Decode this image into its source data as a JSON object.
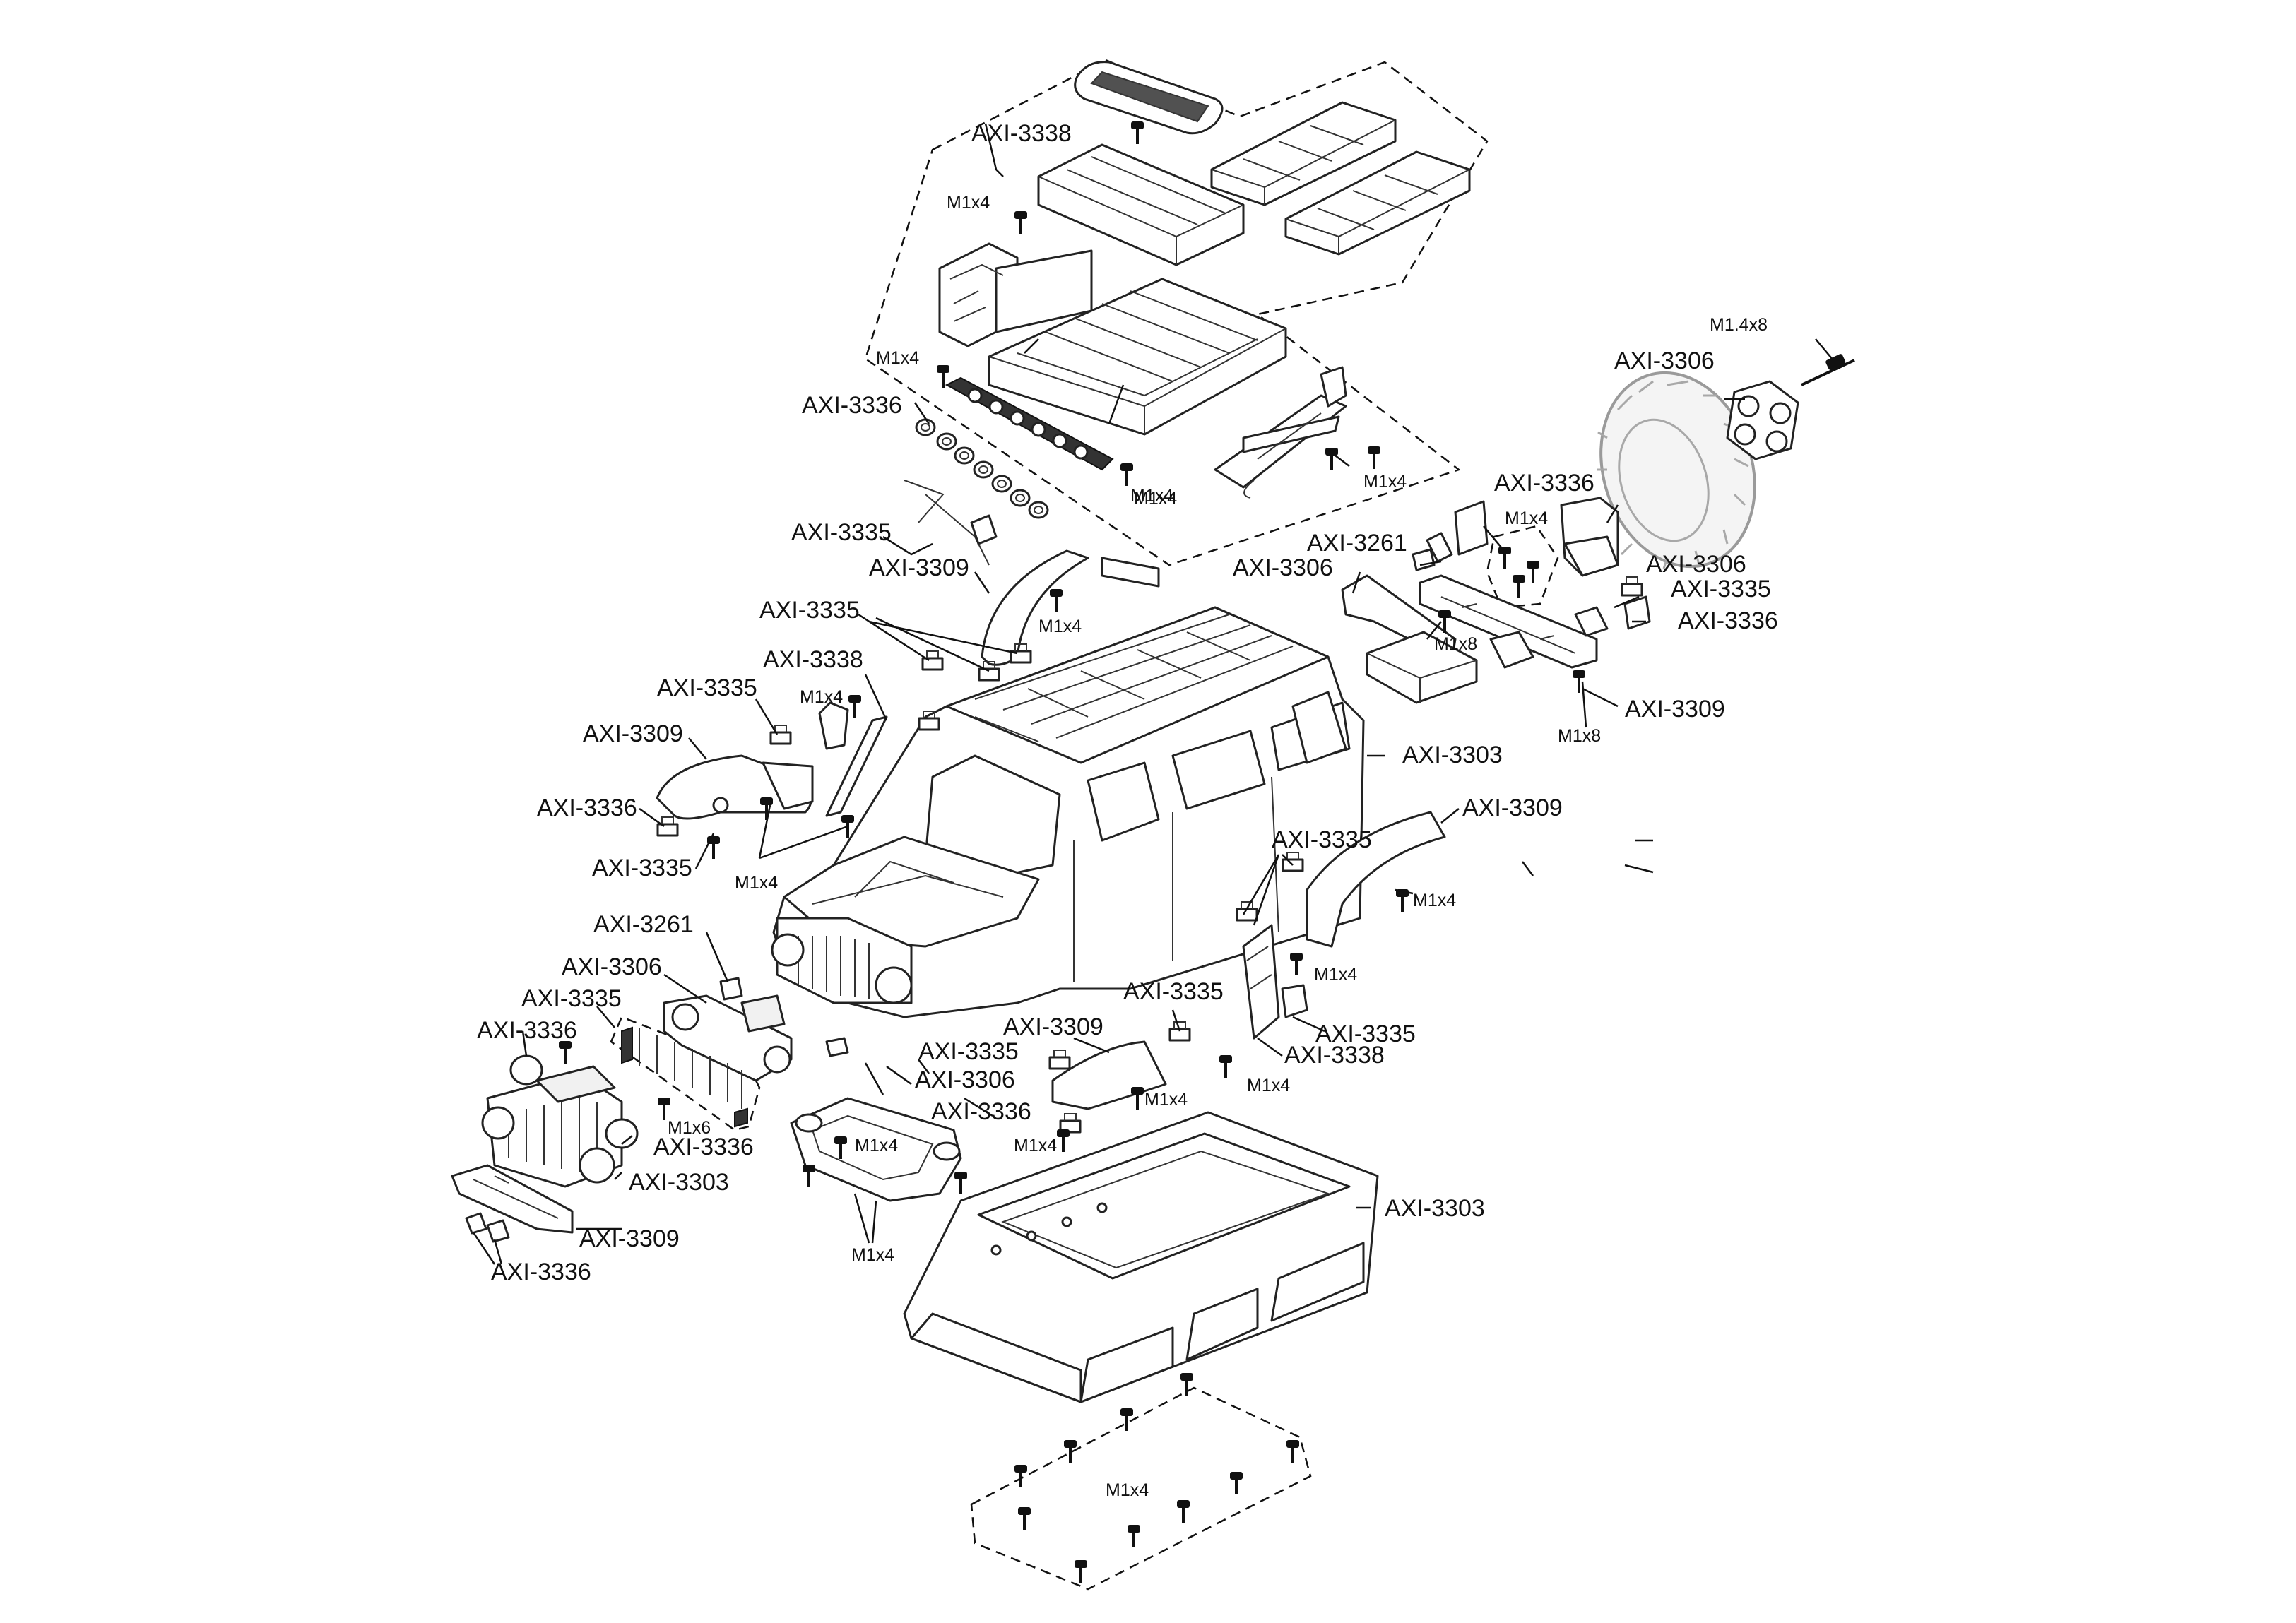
{
  "diagram": {
    "part_labels": [
      {
        "id": "l1",
        "text": "AXI-3338"
      },
      {
        "id": "l2",
        "text": "AXI-3336"
      },
      {
        "id": "l3",
        "text": "AXI-3335"
      },
      {
        "id": "l4",
        "text": "AXI-3309"
      },
      {
        "id": "l5",
        "text": "AXI-3335"
      },
      {
        "id": "l6",
        "text": "AXI-3338"
      },
      {
        "id": "l7",
        "text": "AXI-3335"
      },
      {
        "id": "l8",
        "text": "AXI-3309"
      },
      {
        "id": "l9",
        "text": "AXI-3336"
      },
      {
        "id": "l10",
        "text": "AXI-3335"
      },
      {
        "id": "l11",
        "text": "AXI-3261"
      },
      {
        "id": "l12",
        "text": "AXI-3306"
      },
      {
        "id": "l13",
        "text": "AXI-3335"
      },
      {
        "id": "l14",
        "text": "AXI-3336"
      },
      {
        "id": "l15",
        "text": "AXI-3336"
      },
      {
        "id": "l16",
        "text": "AXI-3303"
      },
      {
        "id": "l17",
        "text": "AXI-3309"
      },
      {
        "id": "l18",
        "text": "AXI-3336"
      },
      {
        "id": "l19",
        "text": "AXI-3335"
      },
      {
        "id": "l20",
        "text": "AXI-3306"
      },
      {
        "id": "l21",
        "text": "AXI-3336"
      },
      {
        "id": "l22",
        "text": "AXI-3309"
      },
      {
        "id": "l23",
        "text": "AXI-3335"
      },
      {
        "id": "l24",
        "text": "AXI-3335"
      },
      {
        "id": "l25",
        "text": "AXI-3338"
      },
      {
        "id": "l26",
        "text": "AXI-3303"
      },
      {
        "id": "l27",
        "text": "AXI-3309"
      },
      {
        "id": "l28",
        "text": "AXI-3335"
      },
      {
        "id": "l29",
        "text": "AXI-3303"
      },
      {
        "id": "l30",
        "text": "AXI-3306"
      },
      {
        "id": "l31",
        "text": "AXI-3336"
      },
      {
        "id": "l32",
        "text": "AXI-3306"
      },
      {
        "id": "l33",
        "text": "AXI-3261"
      },
      {
        "id": "l34",
        "text": "AXI-3306"
      },
      {
        "id": "l35",
        "text": "AXI-3335"
      },
      {
        "id": "l36",
        "text": "AXI-3336"
      },
      {
        "id": "l37",
        "text": "AXI-3309"
      }
    ],
    "screw_labels": [
      {
        "id": "s1",
        "text": "M1x4"
      },
      {
        "id": "s2",
        "text": "M1x4"
      },
      {
        "id": "s3",
        "text": "M1x4"
      },
      {
        "id": "s4",
        "text": "M1x4"
      },
      {
        "id": "s5",
        "text": "M1x4"
      },
      {
        "id": "s6",
        "text": "M1x4"
      },
      {
        "id": "s7",
        "text": "M1x4"
      },
      {
        "id": "s8",
        "text": "M1x6"
      },
      {
        "id": "s9",
        "text": "M1x4"
      },
      {
        "id": "s10",
        "text": "M1x4"
      },
      {
        "id": "s11",
        "text": "M1x4"
      },
      {
        "id": "s12",
        "text": "M1x4"
      },
      {
        "id": "s13",
        "text": "M1x4"
      },
      {
        "id": "s14",
        "text": "M1x4"
      },
      {
        "id": "s15",
        "text": "M1x4"
      },
      {
        "id": "s16",
        "text": "M1x4"
      },
      {
        "id": "s17",
        "text": "M1x4"
      },
      {
        "id": "s18",
        "text": "M1.4x8"
      },
      {
        "id": "s19",
        "text": "M1x4"
      },
      {
        "id": "s20",
        "text": "M1x8"
      },
      {
        "id": "s21",
        "text": "M1x8"
      }
    ]
  }
}
